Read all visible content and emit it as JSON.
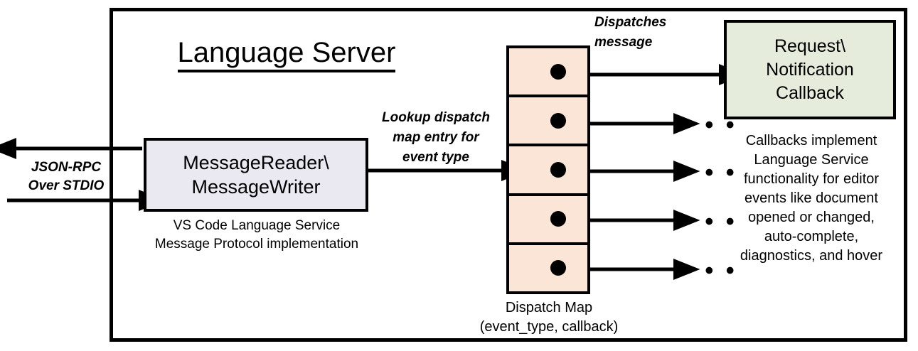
{
  "diagram": {
    "title": "Language Server",
    "external_protocol_label": "JSON-RPC\nOver STDIO",
    "reader_box": {
      "title": "MessageReader\\\nMessageWriter",
      "caption": "VS Code Language Service\nMessage Protocol implementation"
    },
    "lookup_label": "Lookup dispatch\nmap entry for\nevent type",
    "dispatch_label": "Dispatches\nmessage",
    "dispatch_map": {
      "caption": "Dispatch Map\n(event_type, callback)",
      "rows": [
        {
          "index": 1,
          "marker": "callback-dot",
          "target": "Request\\Notification Callback"
        },
        {
          "index": 2,
          "marker": "callback-dot",
          "target": "..."
        },
        {
          "index": 3,
          "marker": "callback-dot",
          "target": "..."
        },
        {
          "index": 4,
          "marker": "callback-dot",
          "target": "..."
        },
        {
          "index": 5,
          "marker": "callback-dot",
          "target": "..."
        }
      ],
      "fill_color": "#FBE5D6"
    },
    "callback_box": {
      "title": "Request\\\nNotification\nCallback",
      "caption": "Callbacks implement\nLanguage Service\nfunctionality for editor\nevents like document\nopened or changed,\nauto-complete,\ndiagnostics, and hover",
      "fill_color": "#E6ECDB"
    },
    "ellipsis": "• • •",
    "colors": {
      "reader_fill": "#EAE9F2",
      "map_fill": "#FBE5D6",
      "callback_fill": "#E6ECDB",
      "stroke": "#000000",
      "background": "#FFFFFF"
    }
  }
}
